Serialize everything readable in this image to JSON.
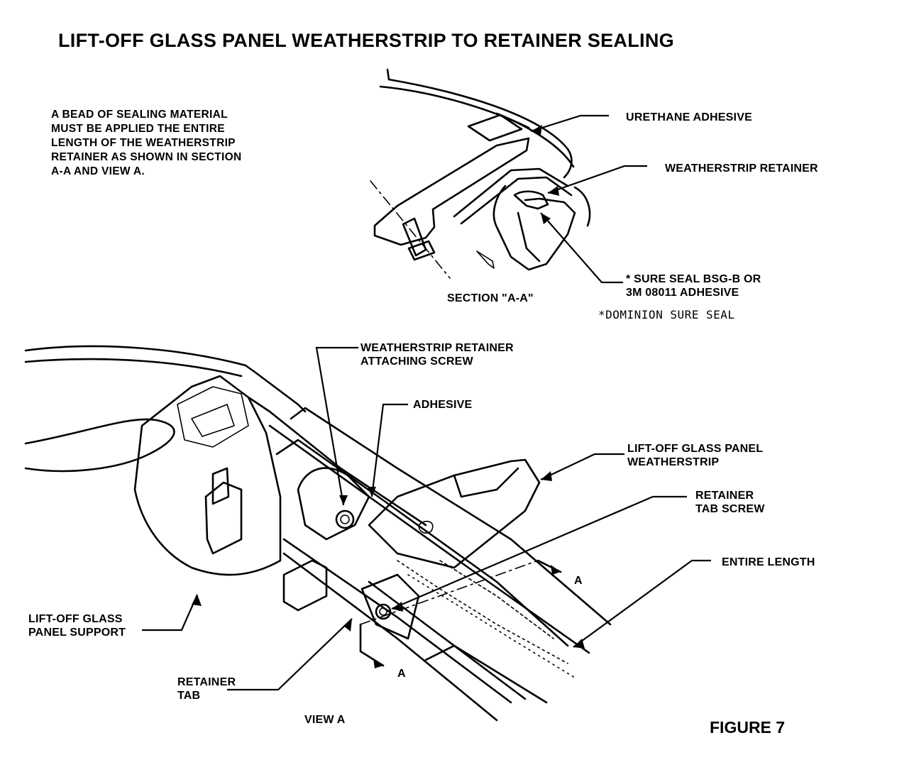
{
  "title": "LIFT-OFF GLASS PANEL WEATHERSTRIP TO RETAINER SEALING",
  "note": "A BEAD OF SEALING MATERIAL\nMUST BE APPLIED THE ENTIRE\nLENGTH OF THE WEATHERSTRIP\nRETAINER AS SHOWN IN SECTION\nA-A AND VIEW A.",
  "section_labels": {
    "urethane_adhesive": "URETHANE ADHESIVE",
    "weatherstrip_retainer": "WEATHERSTRIP RETAINER",
    "sure_seal": "* SURE SEAL BSG-B OR\n3M 08011 ADHESIVE",
    "dominion": "*DOMINION SURE SEAL",
    "section_caption": "SECTION \"A-A\""
  },
  "view_labels": {
    "attaching_screw": "WEATHERSTRIP RETAINER\nATTACHING SCREW",
    "adhesive": "ADHESIVE",
    "glass_panel_weatherstrip": "LIFT-OFF GLASS PANEL\nWEATHERSTRIP",
    "retainer_tab_screw": "RETAINER\nTAB SCREW",
    "entire_length": "ENTIRE LENGTH",
    "panel_support": "LIFT-OFF GLASS\nPANEL SUPPORT",
    "retainer_tab": "RETAINER\nTAB",
    "section_marker_a": "A",
    "view_caption": "VIEW A"
  },
  "figure_label": "FIGURE 7"
}
